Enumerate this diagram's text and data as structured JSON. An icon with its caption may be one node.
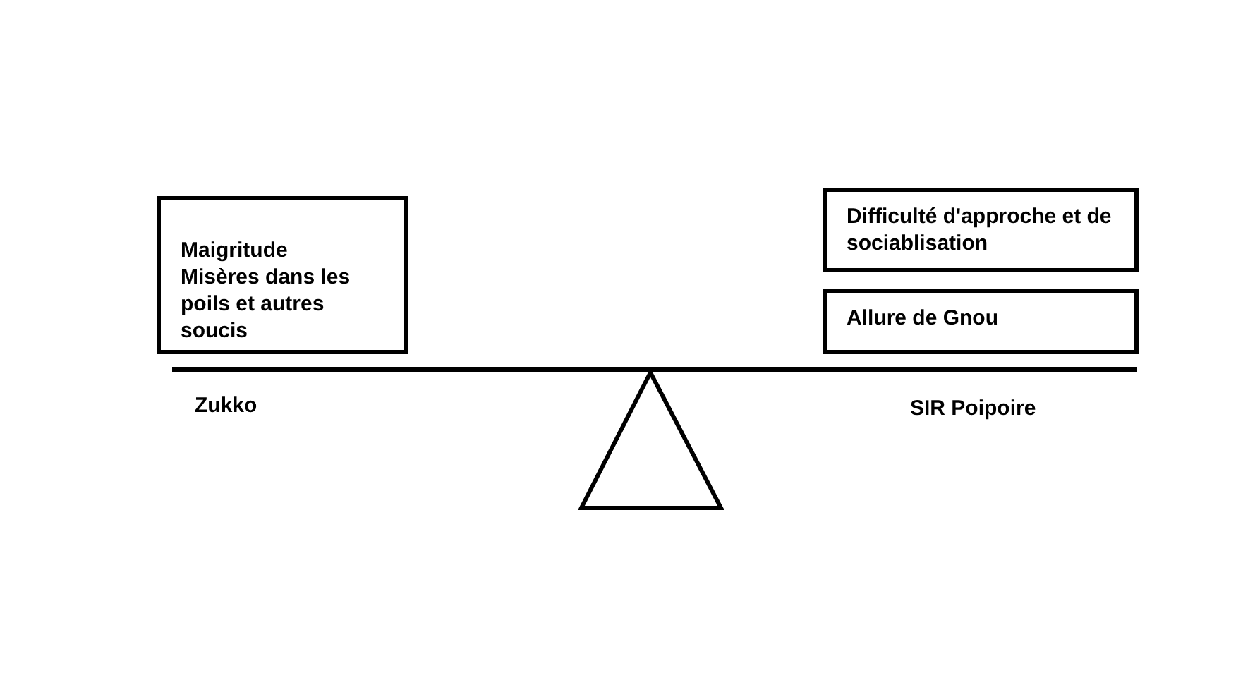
{
  "diagram": {
    "nodes": [
      {
        "text": [
          "Maigritude",
          "Misères dans les poils et autres soucis"
        ]
      },
      {
        "text": [
          "Difficulté d'approche et de sociablisation"
        ]
      },
      {
        "text": [
          "Allure de Gnou"
        ]
      }
    ],
    "labels": [
      "Zukko",
      "SIR Poipoire"
    ]
  }
}
